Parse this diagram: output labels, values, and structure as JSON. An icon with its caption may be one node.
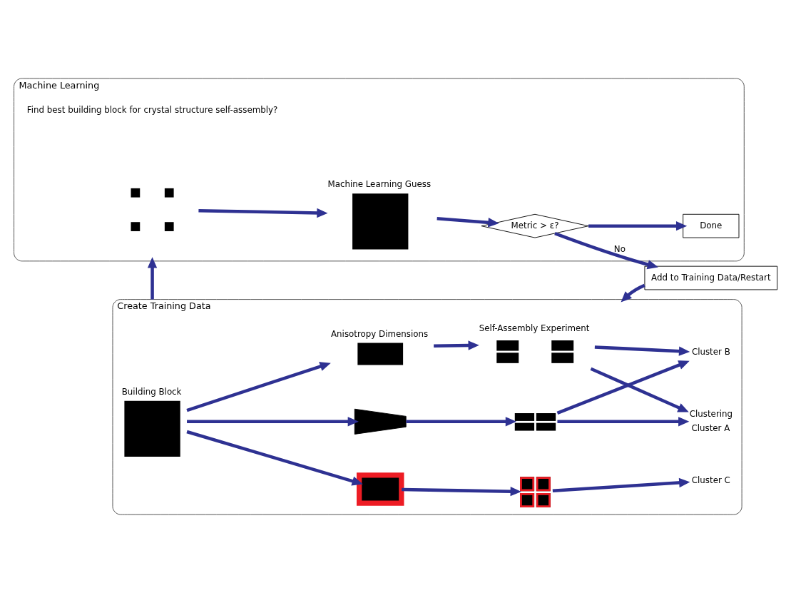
{
  "diagram": {
    "nodes": [
      {
        "text": [
          "Create Training Data"
        ]
      },
      {
        "text": [],
        "shape": "box",
        "in": 0,
        "beside": [
          "Building Block"
        ]
      },
      {
        "text": [],
        "shape": "box",
        "in": 0,
        "beside": [
          "Anisotropy Dimensions"
        ]
      },
      {
        "text": [],
        "shape": "kite",
        "in": 0
      },
      {
        "text": [],
        "shape": "box",
        "in": 0
      },
      {
        "text": [],
        "shape": "picture",
        "in": 0,
        "beside": [
          "Self-Assembly Experiment"
        ]
      },
      {
        "text": [],
        "shape": "picture",
        "in": 0
      },
      {
        "text": [],
        "shape": "picture",
        "in": 0
      },
      {
        "text": [
          "Cluster A"
        ],
        "in": 0,
        "beside": [
          "Clustering"
        ]
      },
      {
        "text": [
          "Cluster B"
        ],
        "in": 0
      },
      {
        "text": [
          "Cluster C"
        ],
        "in": 0
      },
      {
        "text": [
          "Machine Learning"
        ]
      },
      {
        "text": [],
        "shape": "picture",
        "in": 11
      },
      {
        "text": [],
        "shape": "box",
        "in": 11,
        "beside": [
          "Machine Learning Guess"
        ]
      },
      {
        "text": [
          "Metric > ε?"
        ],
        "in": 11
      },
      {
        "text": [
          "Add to Training Data/Restart"
        ]
      },
      {
        "text": [
          "Done"
        ],
        "in": 11
      }
    ],
    "edges": [
      {
        "from": 1,
        "to": 2,
        "arrow": "to"
      },
      {
        "from": 1,
        "to": 3,
        "arrow": "to"
      },
      {
        "from": 1,
        "to": 4,
        "arrow": "to"
      },
      {
        "from": 2,
        "to": 5,
        "arrow": "to"
      },
      {
        "from": 3,
        "to": 6,
        "arrow": "to"
      },
      {
        "from": 4,
        "to": 7,
        "arrow": "to"
      },
      {
        "from": 5,
        "to": 8,
        "arrow": "to"
      },
      {
        "from": 5,
        "to": 9,
        "arrow": "to"
      },
      {
        "from": 6,
        "to": 8,
        "arrow": "to"
      },
      {
        "from": 6,
        "to": 9,
        "arrow": "to"
      },
      {
        "from": 7,
        "to": 10,
        "arrow": "to"
      },
      {
        "from": 0,
        "to": 11,
        "arrow": "to"
      },
      {
        "from": 12,
        "to": 13,
        "arrow": "to"
      },
      {
        "from": 13,
        "to": 14,
        "arrow": "to"
      },
      {
        "from": 14,
        "to": 15,
        "arrow": "to",
        "label": "No"
      },
      {
        "from": 14,
        "to": 16,
        "arrow": "to"
      },
      {
        "from": 15,
        "to": 0,
        "arrow": "to"
      }
    ],
    "labels": [
      "Find best building block for crystal structure self-assembly?"
    ]
  }
}
